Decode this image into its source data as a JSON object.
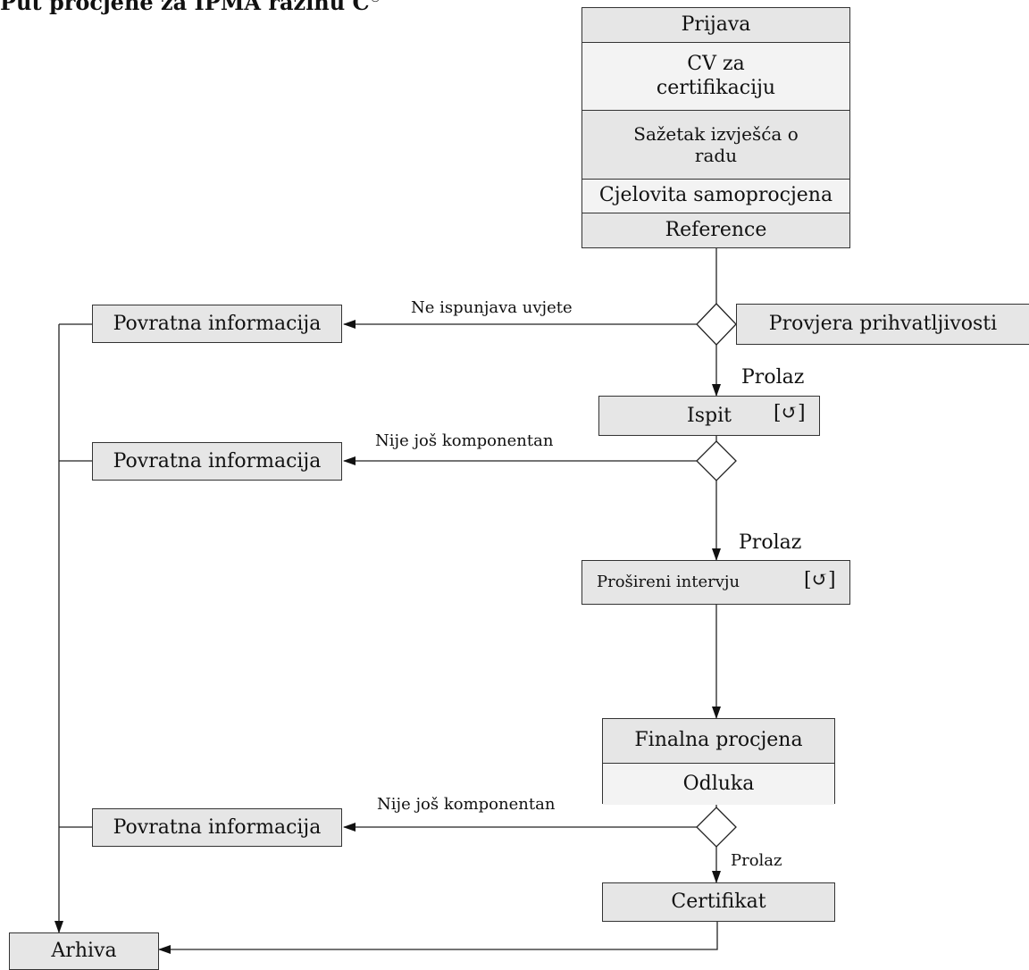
{
  "title": "Put procjene za IPMA razinu C",
  "title_mark": "©",
  "application_stack": [
    "Prijava",
    "CV za certifikaciju",
    "Sažetak izvješća o radu",
    "Cjelovita samoprocjena",
    "Reference"
  ],
  "eligibility_check": "Provjera prihvatljivosti",
  "exam": "Ispit",
  "extended_interview": "Prošireni intervju",
  "retry_icon_text": "[↺]",
  "final_stack": [
    "Finalna procjena",
    "Odluka"
  ],
  "certificate": "Certifikat",
  "feedback": [
    "Povratna informacija",
    "Povratna informacija",
    "Povratna informacija"
  ],
  "archive": "Arhiva",
  "edge_labels": {
    "not_eligible": "Ne ispunjava uvjete",
    "not_yet_competent_1": "Nije još komponentan",
    "not_yet_competent_2": "Nije još komponentan",
    "pass_1": "Prolaz",
    "pass_2": "Prolaz",
    "pass_3": "Prolaz"
  }
}
